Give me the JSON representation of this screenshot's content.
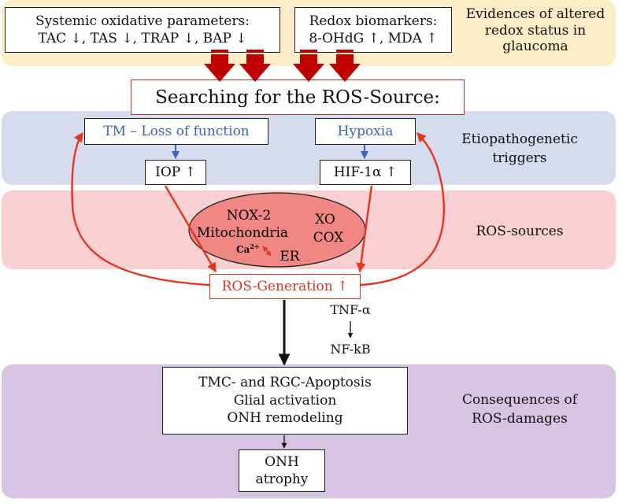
{
  "top": {
    "systemic_title": "Systemic oxidative parameters:",
    "systemic_values": "TAC ↓, TAS ↓, TRAP ↓, BAP ↓",
    "redox_title": "Redox biomarkers:",
    "redox_values": "8-OHdG ↑, MDA ↑",
    "evidence_line1": "Evidences of altered",
    "evidence_line2": "redox status in",
    "evidence_line3": "glaucoma"
  },
  "search_title": "Searching for the ROS-Source:",
  "triggers": {
    "tm": "TM – Loss of function",
    "hypoxia": "Hypoxia",
    "iop": "IOP ↑",
    "hif": "HIF-1α ↑",
    "label_line1": "Etiopathogenetic",
    "label_line2": "triggers"
  },
  "sources": {
    "nox2": "NOX-2",
    "mito": "Mitochondria",
    "xo": "XO",
    "cox": "COX",
    "ca": "Ca",
    "ca_sup": "2+",
    "er": "ER",
    "label": "ROS-sources"
  },
  "generation": "ROS-Generation ↑",
  "signal": {
    "tnf": "TNF-α",
    "nfkb": "NF-kB"
  },
  "consequences": {
    "line1": "TMC- and RGC-Apoptosis",
    "line2": "Glial activation",
    "line3": "ONH remodeling",
    "atrophy_line1": "ONH",
    "atrophy_line2": "atrophy",
    "label_line1": "Consequences of",
    "label_line2": "ROS-damages"
  },
  "colors": {
    "top_band": "#fcedc6",
    "trigger_band": "#d6dcee",
    "source_band": "#f8d0d1",
    "consequence_band": "#d6c4e2",
    "ellipse_fill": "#f08784",
    "arrow_red": "#e8341c",
    "trigger_blue": "#3b64b8",
    "block_arrow": "#c00000"
  }
}
